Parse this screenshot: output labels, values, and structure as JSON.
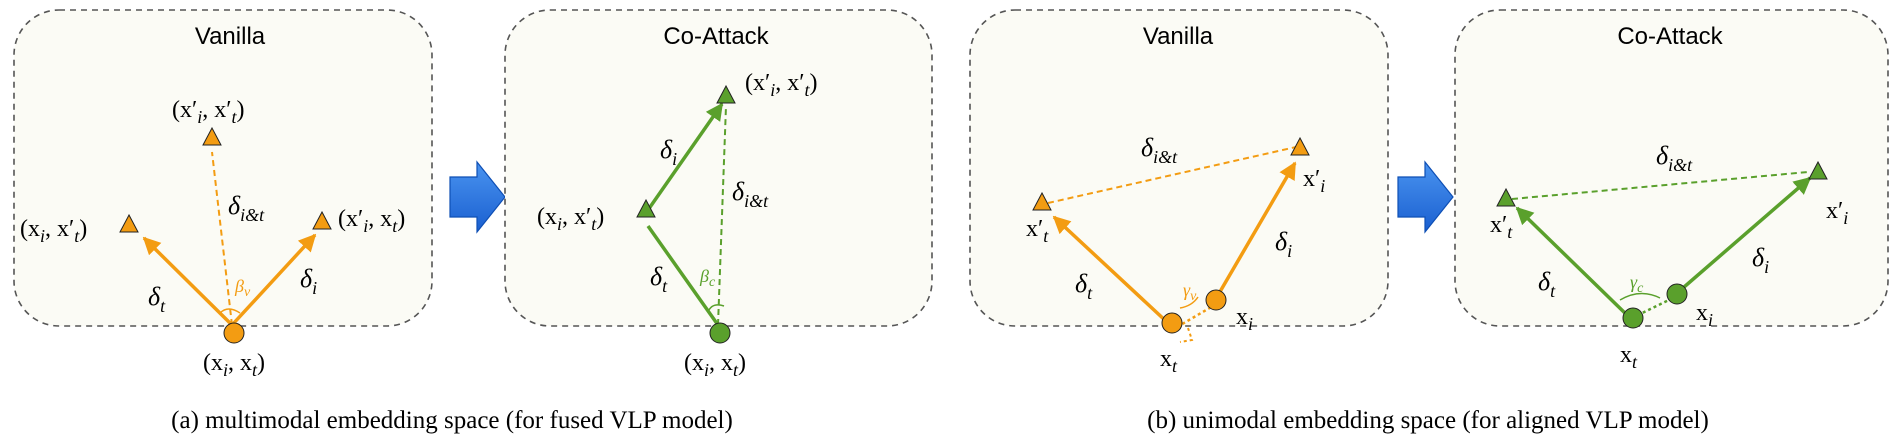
{
  "panels": [
    {
      "title": "Vanilla"
    },
    {
      "title": "Co-Attack"
    },
    {
      "title": "Vanilla"
    },
    {
      "title": "Co-Attack"
    }
  ],
  "symbols": {
    "delta": "δ",
    "sub_i": "i",
    "sub_t": "t",
    "sub_it": "i&t",
    "beta": "β",
    "gamma": "γ",
    "sub_v": "v",
    "sub_c": "c"
  },
  "labels": {
    "xi": "x",
    "xt": "x",
    "xpi": "x′",
    "xpt": "x′",
    "open": "(",
    "close": ")",
    "comma": ", "
  },
  "captions": {
    "a": "(a) multimodal embedding space (for fused VLP model)",
    "b": "(b) unimodal embedding space (for aligned VLP model)"
  },
  "colors": {
    "orange": "#f39c12",
    "green": "#5aa02c",
    "arrow_blue": "#1b6fe0"
  }
}
